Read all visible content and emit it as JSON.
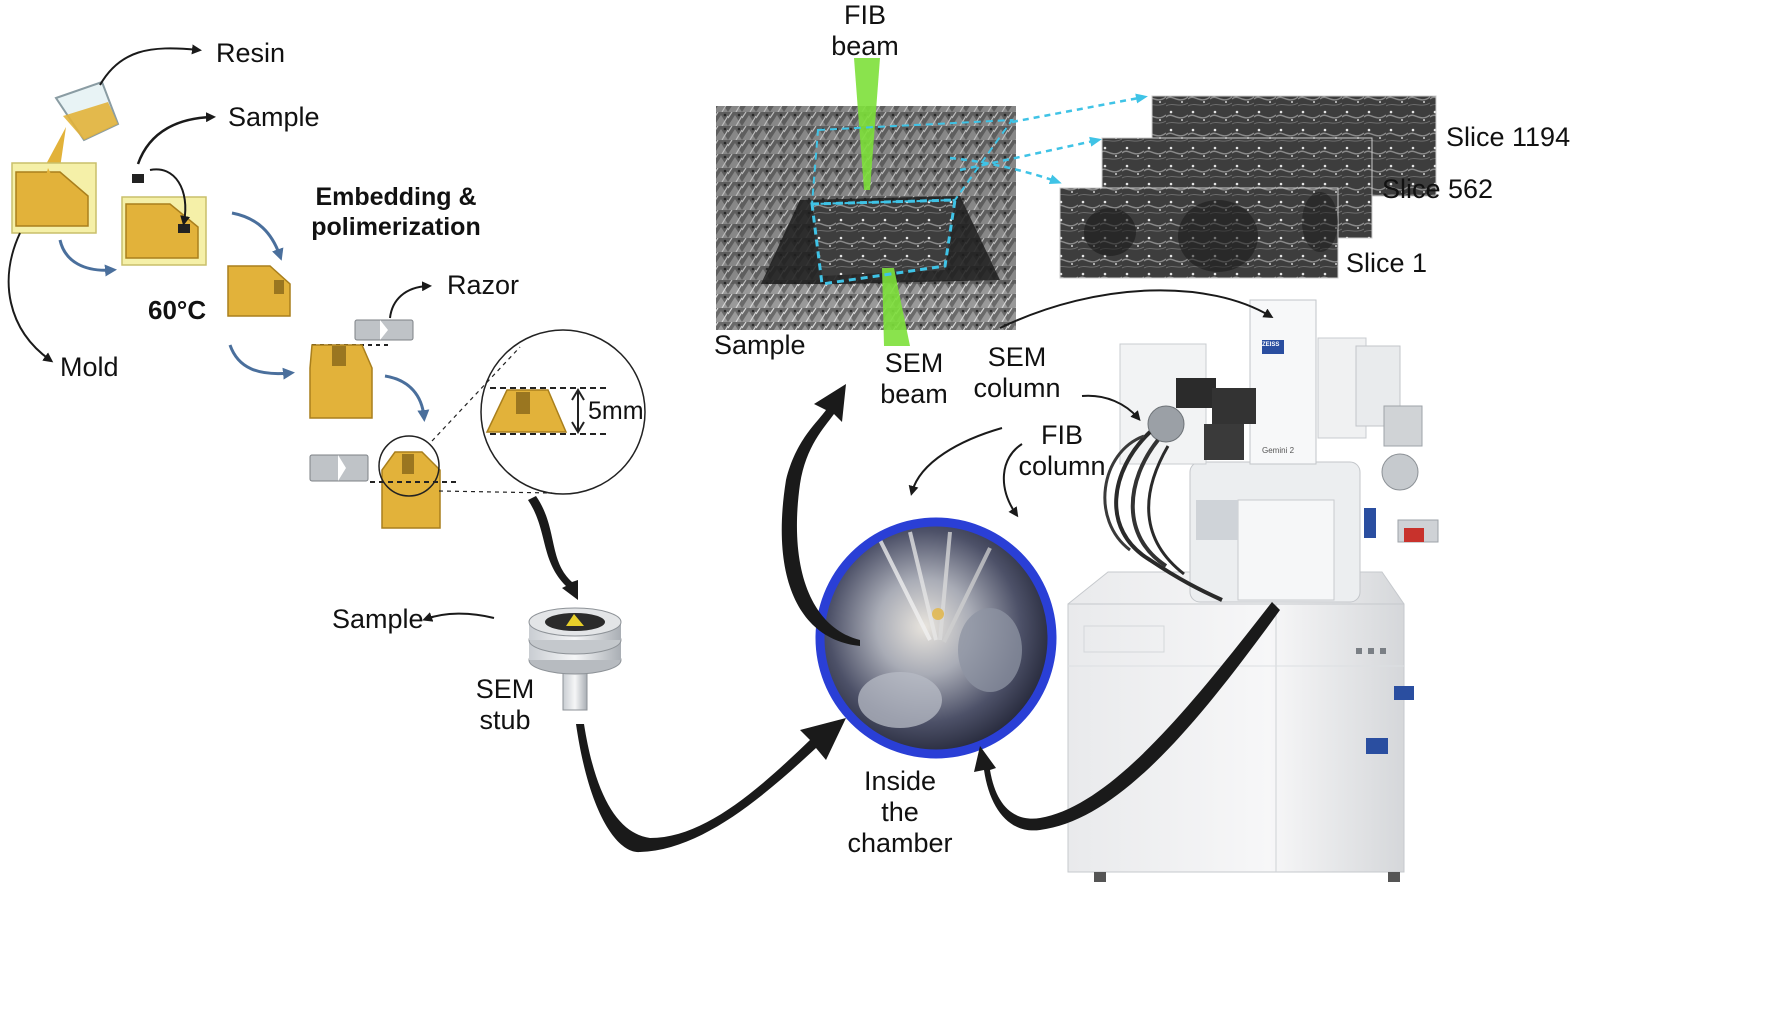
{
  "labels": {
    "resin": "Resin",
    "sample_top": "Sample",
    "mold": "Mold",
    "embedding_line1": "Embedding &",
    "embedding_line2": "polimerization",
    "temperature": "60°C",
    "razor": "Razor",
    "size": "5mm",
    "sample_stub": "Sample",
    "sem_stub_line1": "SEM",
    "sem_stub_line2": "stub",
    "fib_beam_line1": "FIB",
    "fib_beam_line2": "beam",
    "sample_image": "Sample",
    "sem_beam_line1": "SEM",
    "sem_beam_line2": "beam",
    "sem_column_line1": "SEM",
    "sem_column_line2": "column",
    "fib_column_line1": "FIB",
    "fib_column_line2": "column",
    "slice_1194": "Slice 1194",
    "slice_562": "Slice 562",
    "slice_1": "Slice 1",
    "chamber_line1": "Inside",
    "chamber_line2": "the",
    "chamber_line3": "chamber",
    "brand_text": "ZEISS",
    "model_text": "Gemini 2"
  },
  "colors": {
    "resin_gold": "#e2b23a",
    "mold_yellow": "#f5f0a8",
    "fib_beam_green": "#7de03a",
    "selection_cyan": "#3fc3e6",
    "flow_arrow_blue": "#4a6f9c",
    "chamber_ring_blue": "#2a3fd6",
    "big_arrow_black": "#1a1a1a"
  }
}
